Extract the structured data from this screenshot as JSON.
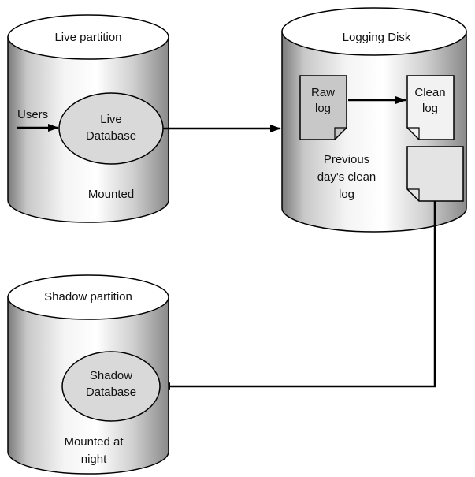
{
  "diagram": {
    "live_partition": {
      "title": "Live partition",
      "database_line1": "Live",
      "database_line2": "Database",
      "status": "Mounted"
    },
    "users_label": "Users",
    "logging_disk": {
      "title": "Logging Disk",
      "raw_log_line1": "Raw",
      "raw_log_line2": "log",
      "clean_log_line1": "Clean",
      "clean_log_line2": "log",
      "previous_line1": "Previous",
      "previous_line2": "day's clean",
      "previous_line3": "log"
    },
    "shadow_partition": {
      "title": "Shadow partition",
      "database_line1": "Shadow",
      "database_line2": "Database",
      "status_line1": "Mounted at",
      "status_line2": "night"
    }
  }
}
